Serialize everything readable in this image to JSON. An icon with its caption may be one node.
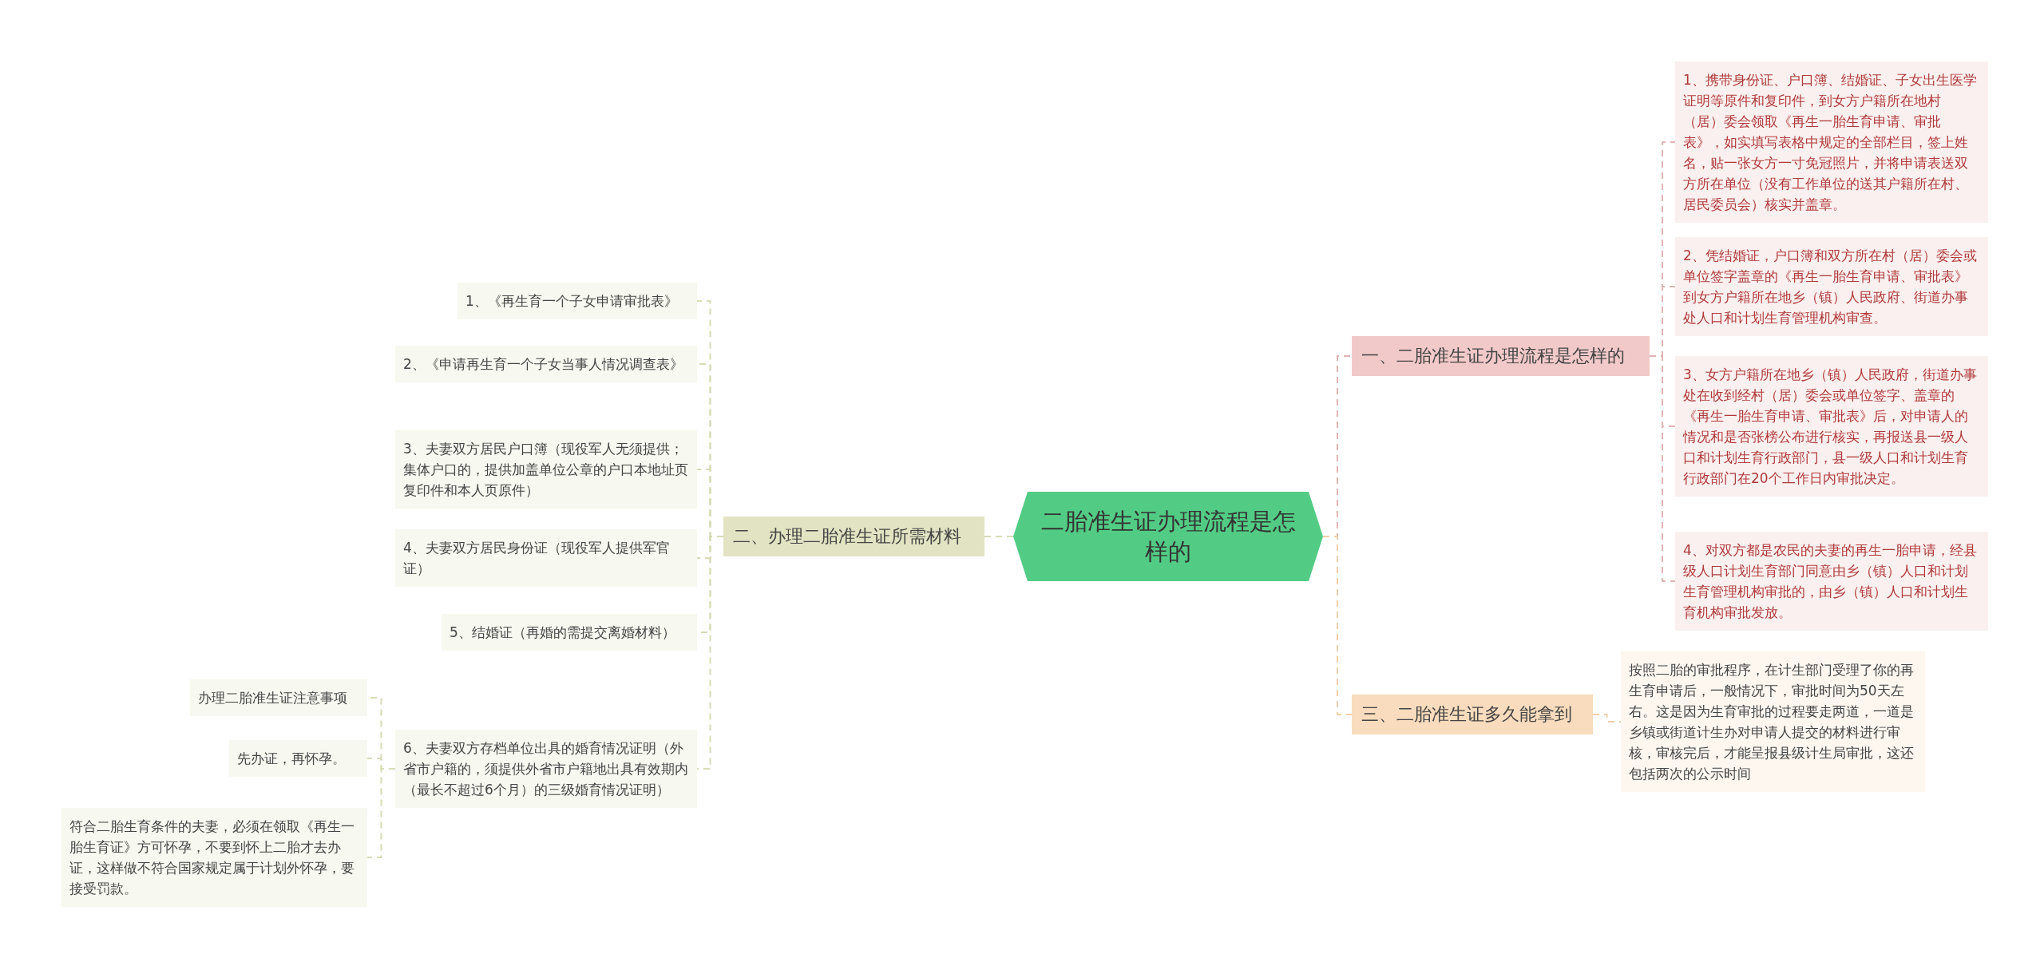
{
  "diagram": {
    "nodes": [
      {
        "text": [
          "二胎准生证办理流程是怎样的"
        ]
      },
      {
        "text": [
          "一、二胎准生证办理流程是怎样的"
        ]
      },
      {
        "text": [
          "1、携带身份证、户口簿、结婚证、子女出生医学证明等原件和复印件，到女方户籍所在地村（居）委会领取《再生一胎生育申请、审批表》，如实填写表格中规定的全部栏目，签上姓名，贴一张女方一寸免冠照片，并将申请表送双方所在单位（没有工作单位的送其户籍所在村、居民委员会）核实并盖章。"
        ]
      },
      {
        "text": [
          "2、凭结婚证，户口簿和双方所在村（居）委会或单位签字盖章的《再生一胎生育申请、审批表》到女方户籍所在地乡（镇）人民政府、街道办事处人口和计划生育管理机构审查。"
        ]
      },
      {
        "text": [
          "3、女方户籍所在地乡（镇）人民政府，街道办事处在收到经村（居）委会或单位签字、盖章的《再生一胎生育申请、审批表》后，对申请人的情况和是否张榜公布进行核实，再报送县一级人口和计划生育行政部门，县一级人口和计划生育行政部门在20个工作日内审批决定。"
        ]
      },
      {
        "text": [
          "4、对双方都是农民的夫妻的再生一胎申请，经县级人口计划生育部门同意由乡（镇）人口和计划生育管理机构审批的，由乡（镇）人口和计划生育机构审批发放。"
        ]
      },
      {
        "text": [
          "二、办理二胎准生证所需材料"
        ]
      },
      {
        "text": [
          "1、《再生育一个子女申请审批表》"
        ]
      },
      {
        "text": [
          "2、《申请再生育一个子女当事人情况调查表》"
        ]
      },
      {
        "text": [
          "3、夫妻双方居民户口簿（现役军人无须提供；集体户口的，提供加盖单位公章的户口本地址页复印件和本人页原件）"
        ]
      },
      {
        "text": [
          "4、夫妻双方居民身份证（现役军人提供军官证）"
        ]
      },
      {
        "text": [
          "5、结婚证（再婚的需提交离婚材料）"
        ]
      },
      {
        "text": [
          "6、夫妻双方存档单位出具的婚育情况证明（外省市户籍的，须提供外省市户籍地出具有效期内（最长不超过6个月）的三级婚育情况证明）"
        ]
      },
      {
        "text": [
          "办理二胎准生证注意事项"
        ]
      },
      {
        "text": [
          "先办证，再怀孕。"
        ]
      },
      {
        "text": [
          "符合二胎生育条件的夫妻，必须在领取《再生一胎生育证》方可怀孕，不要到怀上二胎才去办证，这样做不符合国家规定属于计划外怀孕，要接受罚款。"
        ]
      },
      {
        "text": [
          "三、二胎准生证多久能拿到"
        ]
      },
      {
        "text": [
          "按照二胎的审批程序，在计生部门受理了你的再生育申请后，一般情况下，审批时间为50天左右。这是因为生育审批的过程要走两道，一道是乡镇或街道计生办对申请人提交的材料进行审核，审核完后，才能呈报县级计生局审批，这还包括两次的公示时间"
        ]
      }
    ],
    "edges": [
      {
        "from": 0,
        "to": 1,
        "arrow": "none",
        "color": "#e3b3b3"
      },
      {
        "from": 1,
        "to": 2,
        "arrow": "none",
        "color": "#e3b3b3"
      },
      {
        "from": 1,
        "to": 3,
        "arrow": "none",
        "color": "#e3b3b3"
      },
      {
        "from": 1,
        "to": 4,
        "arrow": "none",
        "color": "#e3b3b3"
      },
      {
        "from": 1,
        "to": 5,
        "arrow": "none",
        "color": "#e3b3b3"
      },
      {
        "from": 0,
        "to": 6,
        "arrow": "none"
      },
      {
        "from": 6,
        "to": 7,
        "arrow": "none"
      },
      {
        "from": 6,
        "to": 8,
        "arrow": "none"
      },
      {
        "from": 6,
        "to": 9,
        "arrow": "none"
      },
      {
        "from": 6,
        "to": 10,
        "arrow": "none"
      },
      {
        "from": 6,
        "to": 11,
        "arrow": "none"
      },
      {
        "from": 6,
        "to": 12,
        "arrow": "none"
      },
      {
        "from": 12,
        "to": 13,
        "arrow": "none"
      },
      {
        "from": 12,
        "to": 14,
        "arrow": "none"
      },
      {
        "from": 12,
        "to": 15,
        "arrow": "none"
      },
      {
        "from": 0,
        "to": 16,
        "arrow": "none",
        "color": "#f0cfa8"
      },
      {
        "from": 16,
        "to": 17,
        "arrow": "none",
        "color": "#f0cfa8"
      }
    ]
  }
}
